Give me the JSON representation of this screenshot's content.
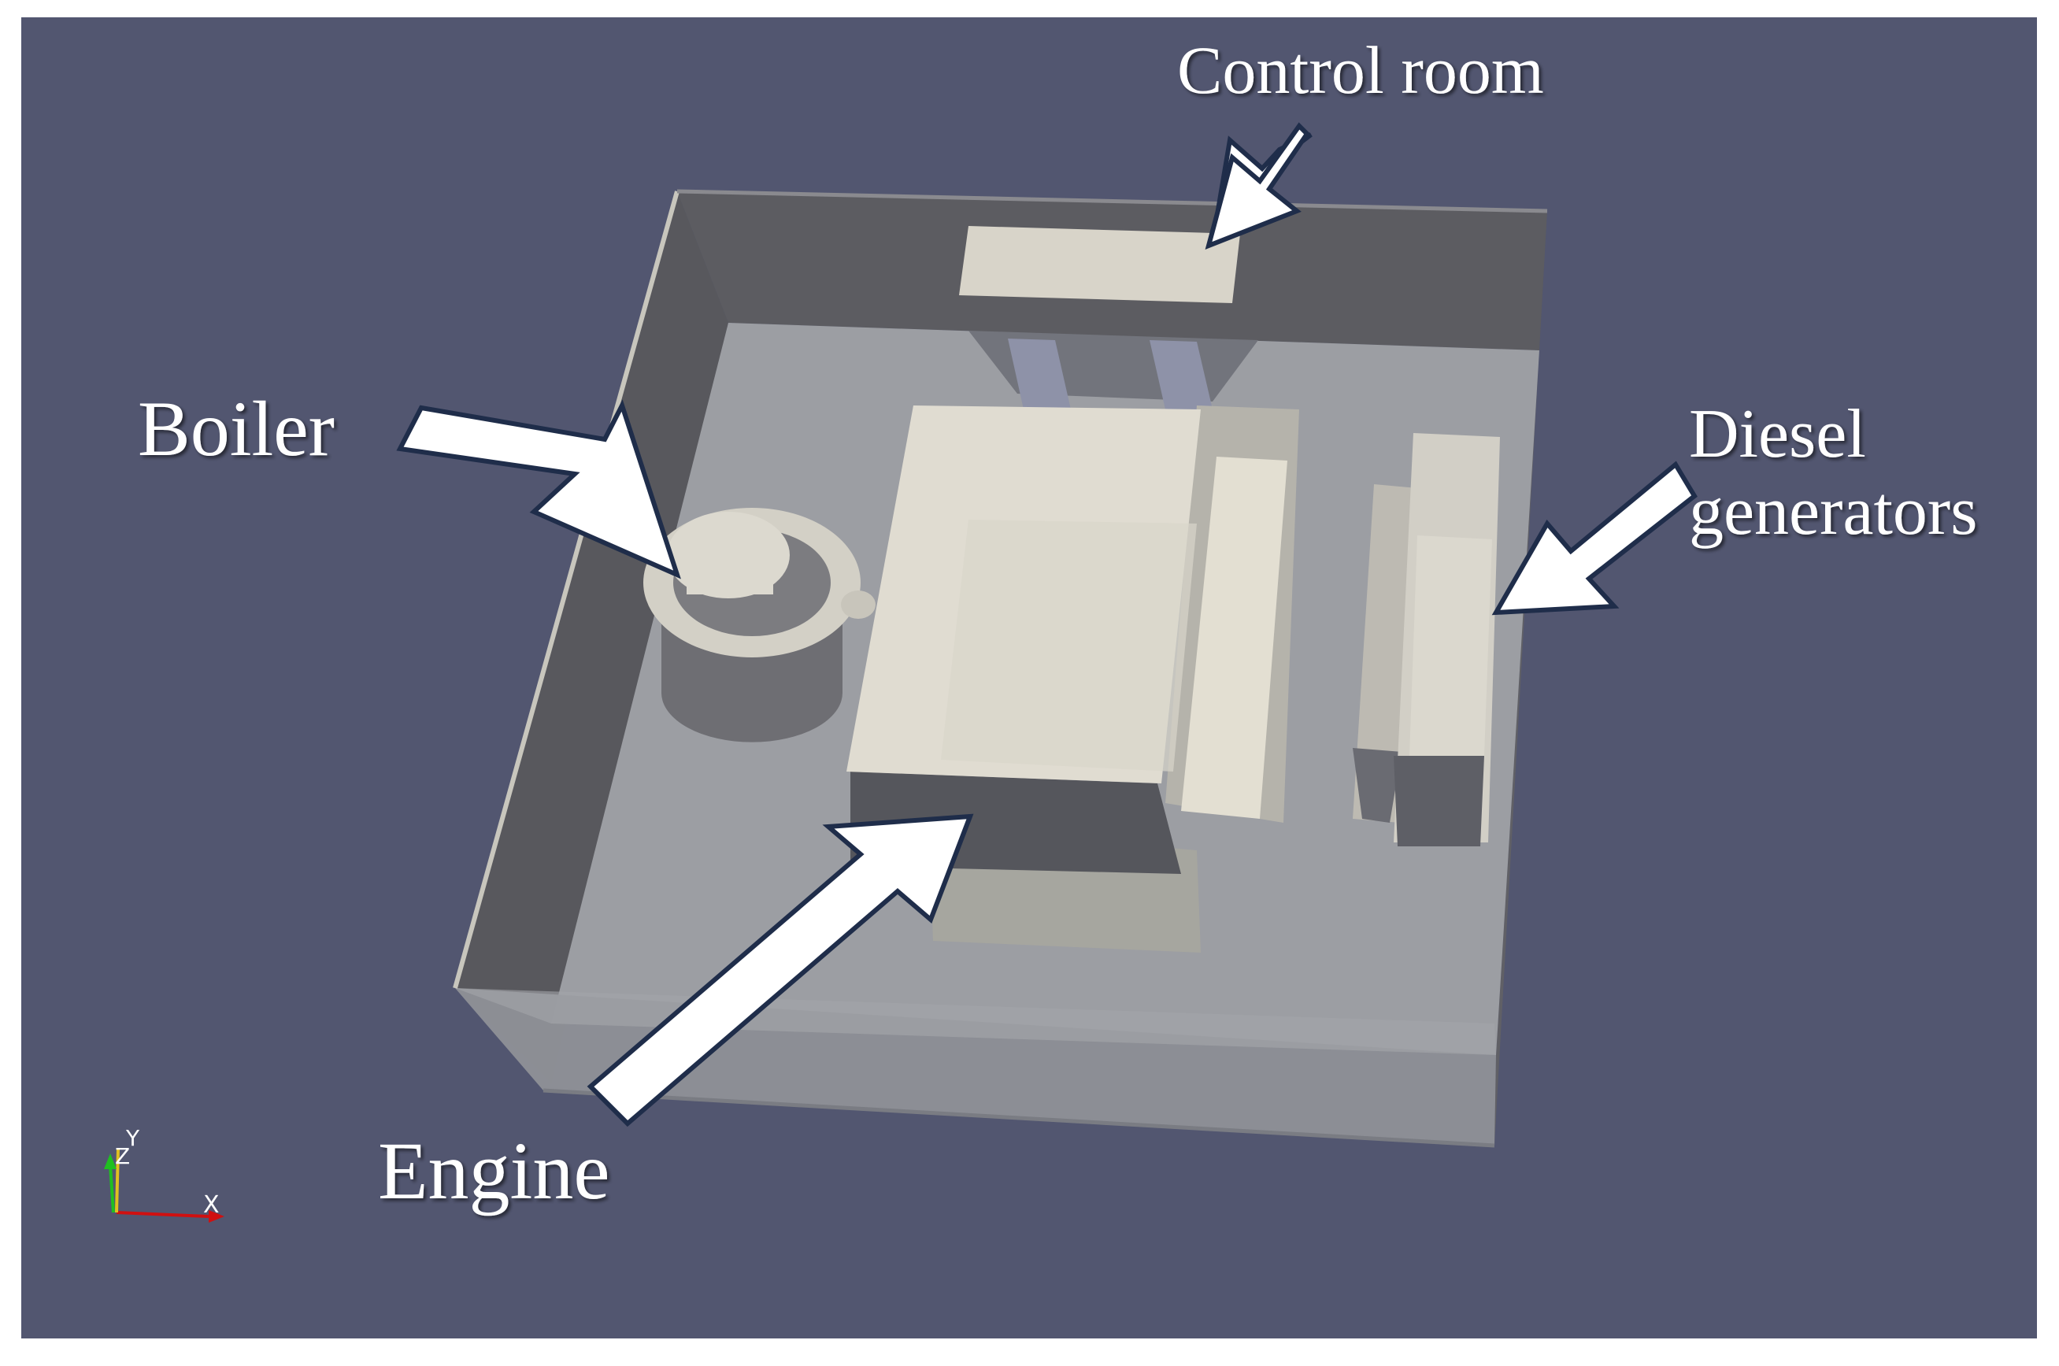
{
  "labels": {
    "control_room": "Control room",
    "boiler": "Boiler",
    "diesel_line1": "Diesel",
    "diesel_line2": "generators",
    "engine": "Engine"
  },
  "axes": {
    "x": "X",
    "y": "Y",
    "z": "Z"
  },
  "colors": {
    "viewport_background": "#525670",
    "frame_border": "#ffffff",
    "wall_dark": "#5b5b60",
    "floor": "#9c9ea3",
    "equipment": "#dcd8cc",
    "arrow_fill": "#ffffff",
    "arrow_outline": "#1f2d4a",
    "label_text": "#ffffff",
    "axis_x": "#d01010",
    "axis_y": "#e0c020",
    "axis_z": "#20c020"
  }
}
